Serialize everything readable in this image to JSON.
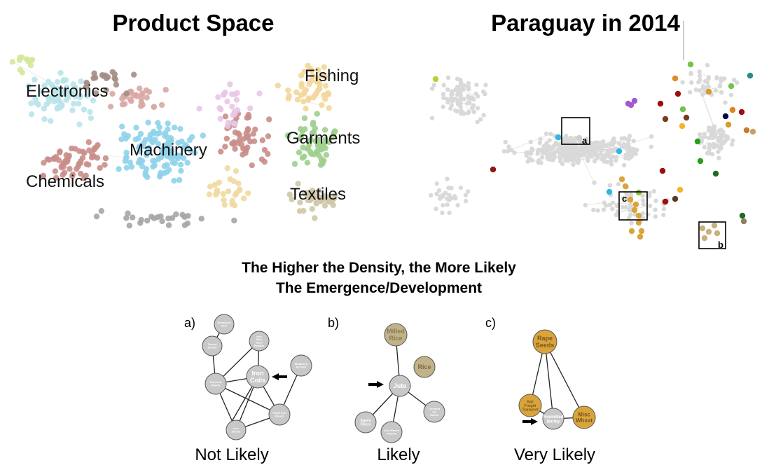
{
  "product_space": {
    "title": "Product Space",
    "clusters": [
      "Electronics",
      "Fishing",
      "Machinery",
      "Garments",
      "Chemicals",
      "Textiles"
    ]
  },
  "paraguay": {
    "title": "Paraguay in 2014",
    "boxes": [
      "a",
      "c",
      "b"
    ]
  },
  "density": {
    "line1": "The Higher the Density, the More Likely",
    "line2": "The Emergence/Development"
  },
  "panels": [
    {
      "label": "a)",
      "caption": "Not Likely",
      "fill": "#c8c8c8",
      "nodes": [
        "Aluminum Zinc",
        "Tinned Sheets",
        "Iron Wire Steel Powder",
        "Iron Coils",
        "Molasses for Pick",
        "Thin Iron Sheets",
        "Thick Iron Sheets",
        "Iron Sheets"
      ]
    },
    {
      "label": "b)",
      "caption": "Likely",
      "fill": "#c8c8c8",
      "highlight": "#c2b287",
      "nodes": [
        "Milled Rice",
        "Rice",
        "Jute",
        "Agave Fibers",
        "Jute Woven Fabrics",
        "Coconut Oil Seeds"
      ]
    },
    {
      "label": "c)",
      "caption": "Very Likely",
      "fill": "#c8c8c8",
      "highlight": "#d9a53b",
      "nodes": [
        "Rape Seeds",
        "Rail Freight Transport",
        "Nonmilled Barley",
        "Misc Wheat"
      ]
    }
  ],
  "colors": {
    "electronics": "#b9e4ea",
    "machinery": "#8fd3ea",
    "chemicals": "#c98e8a",
    "garments": "#9fcf8e",
    "textiles": "#cfc8a8",
    "fishing": "#f3d79a",
    "grey_node": "#d9d9d9",
    "edge": "#cfcfcf"
  }
}
